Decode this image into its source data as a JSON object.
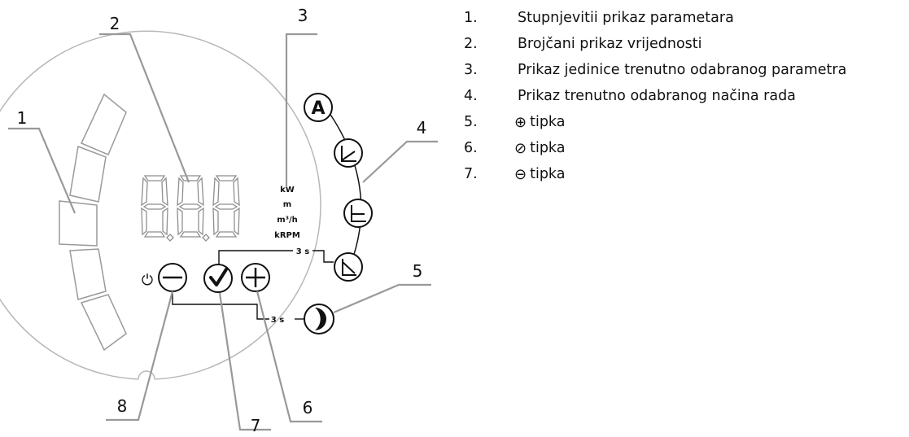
{
  "diagram": {
    "callouts": [
      "1",
      "2",
      "3",
      "4",
      "5",
      "6",
      "7",
      "8"
    ],
    "display_digits": [
      "8",
      "8",
      "8"
    ],
    "units": [
      "kW",
      "m",
      "m³/h",
      "kRPM"
    ],
    "hold_label_top": "3 s",
    "hold_label_bottom": "3 s",
    "mode_auto_label": "A",
    "buttons": {
      "minus": "−",
      "check": "✓",
      "plus": "+"
    },
    "power_symbol": "⏻"
  },
  "legend": [
    {
      "num": "1.",
      "glyph": "",
      "text": "Stupnjevitii prikaz parametara"
    },
    {
      "num": "2.",
      "glyph": "",
      "text": "Brojčani prikaz vrijednosti"
    },
    {
      "num": "3.",
      "glyph": "",
      "text": "Prikaz jedinice  trenutno odabranog parametra"
    },
    {
      "num": "4.",
      "glyph": "",
      "text": "Prikaz trenutno odabranog načina rada"
    },
    {
      "num": "5.",
      "glyph": "⊕",
      "text": "tipka"
    },
    {
      "num": "6.",
      "glyph": "⊘",
      "text": "tipka"
    },
    {
      "num": "7.",
      "glyph": "⊖",
      "text": "tipka"
    }
  ]
}
